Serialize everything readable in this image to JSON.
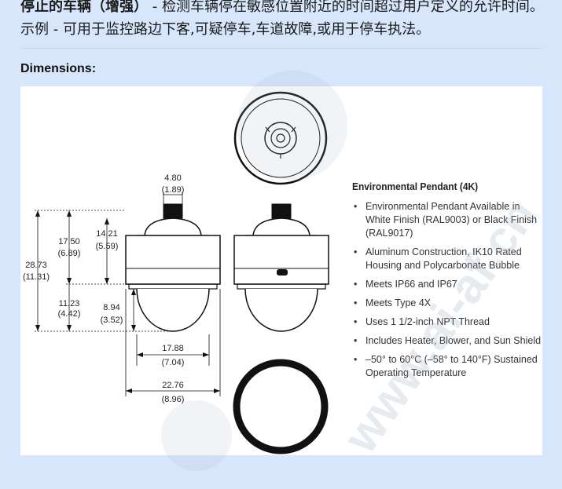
{
  "intro": {
    "bold_text": "停止的车辆（增强）",
    "text": " - 检测车辆停在敏感位置附近的时间超过用户定义的允许时间。示例 - 可用于监控路边下客,可疑停车,车道故障,或用于停车执法。"
  },
  "section_label": "Dimensions:",
  "dimensions": {
    "top_width": "4.80",
    "top_width_in": "(1.89)",
    "total_height": "28.73",
    "total_height_in": "(11.31)",
    "upper_height": "17.50",
    "upper_height_in": "(6.89)",
    "housing_height": "14.21",
    "housing_height_in": "(5.59)",
    "lower_height": "11.23",
    "lower_height_in": "(4.42)",
    "dome_height": "8.94",
    "dome_height_in": "(3.52)",
    "dome_width": "17.88",
    "dome_width_in": "(7.04)",
    "housing_width": "22.76",
    "housing_width_in": "(8.96)"
  },
  "spec": {
    "title": "Environmental Pendant (4K)",
    "items": [
      "Environmental Pendant Available in White Finish (RAL9003) or Black Finish (RAL9017)",
      "Aluminum Construction, IK10 Rated Housing and Polycarbonate Bubble",
      "Meets IP66 and IP67",
      "Meets Type 4X",
      "Uses 1 1/2-inch NPT Thread",
      "Includes Heater, Blower, and Sun Shield",
      "–50° to 60°C (–58° to 140°F) Sustained Operating Temperature"
    ]
  },
  "watermark": "www.ai-af.cn"
}
